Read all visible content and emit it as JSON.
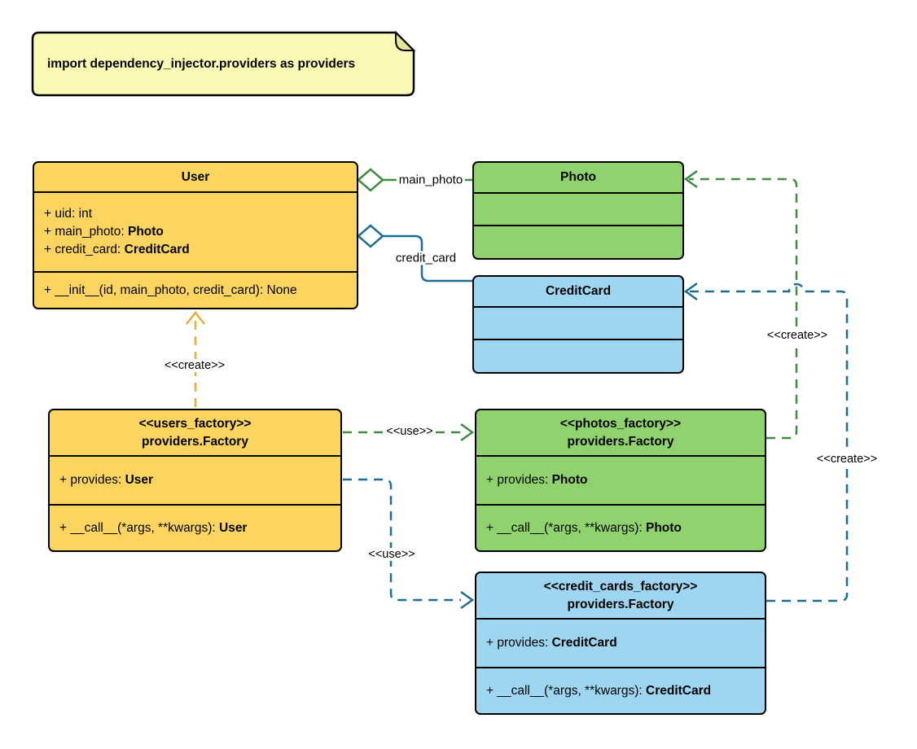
{
  "note": {
    "text": "import dependency_injector.providers as providers"
  },
  "classes": {
    "user": {
      "title": "User",
      "attributes": [
        {
          "text": "+ uid: int",
          "type": ""
        },
        {
          "text": "+ main_photo: ",
          "type": "Photo"
        },
        {
          "text": "+ credit_card: ",
          "type": "CreditCard"
        }
      ],
      "methods": [
        {
          "text": "+ __init__(id, main_photo, credit_card): None",
          "type": ""
        }
      ]
    },
    "photo": {
      "title": "Photo"
    },
    "credit_card": {
      "title": "CreditCard"
    },
    "users_factory": {
      "stereotype": "<<users_factory>>",
      "title": "providers.Factory",
      "attributes": [
        {
          "text": "+ provides: ",
          "type": "User"
        }
      ],
      "methods": [
        {
          "text": "+ __call__(*args, **kwargs): ",
          "type": "User"
        }
      ]
    },
    "photos_factory": {
      "stereotype": "<<photos_factory>>",
      "title": "providers.Factory",
      "attributes": [
        {
          "text": "+ provides: ",
          "type": "Photo"
        }
      ],
      "methods": [
        {
          "text": "+ __call__(*args, **kwargs): ",
          "type": "Photo"
        }
      ]
    },
    "credit_cards_factory": {
      "stereotype": "<<credit_cards_factory>>",
      "title": "providers.Factory",
      "attributes": [
        {
          "text": "+ provides: ",
          "type": "CreditCard"
        }
      ],
      "methods": [
        {
          "text": "+ __call__(*args, **kwargs): ",
          "type": "CreditCard"
        }
      ]
    }
  },
  "edges": {
    "main_photo_label": "main_photo",
    "credit_card_label": "credit_card",
    "create_user_label": "<<create>>",
    "use_photos_label": "<<use>>",
    "use_credit_cards_label": "<<use>>",
    "create_photo_label": "<<create>>",
    "create_credit_card_label": "<<create>>"
  },
  "colors": {
    "yellow_fill": "#FBD55F",
    "green_fill": "#90D36E",
    "blue_fill": "#9ED5F0",
    "note_fill": "#FAFAB4",
    "note_fold_fill": "#E4E49C",
    "yellow_line": "#E8AE3C",
    "green_line": "#3F8C41",
    "blue_line": "#1A6E96",
    "border": "#000000"
  }
}
